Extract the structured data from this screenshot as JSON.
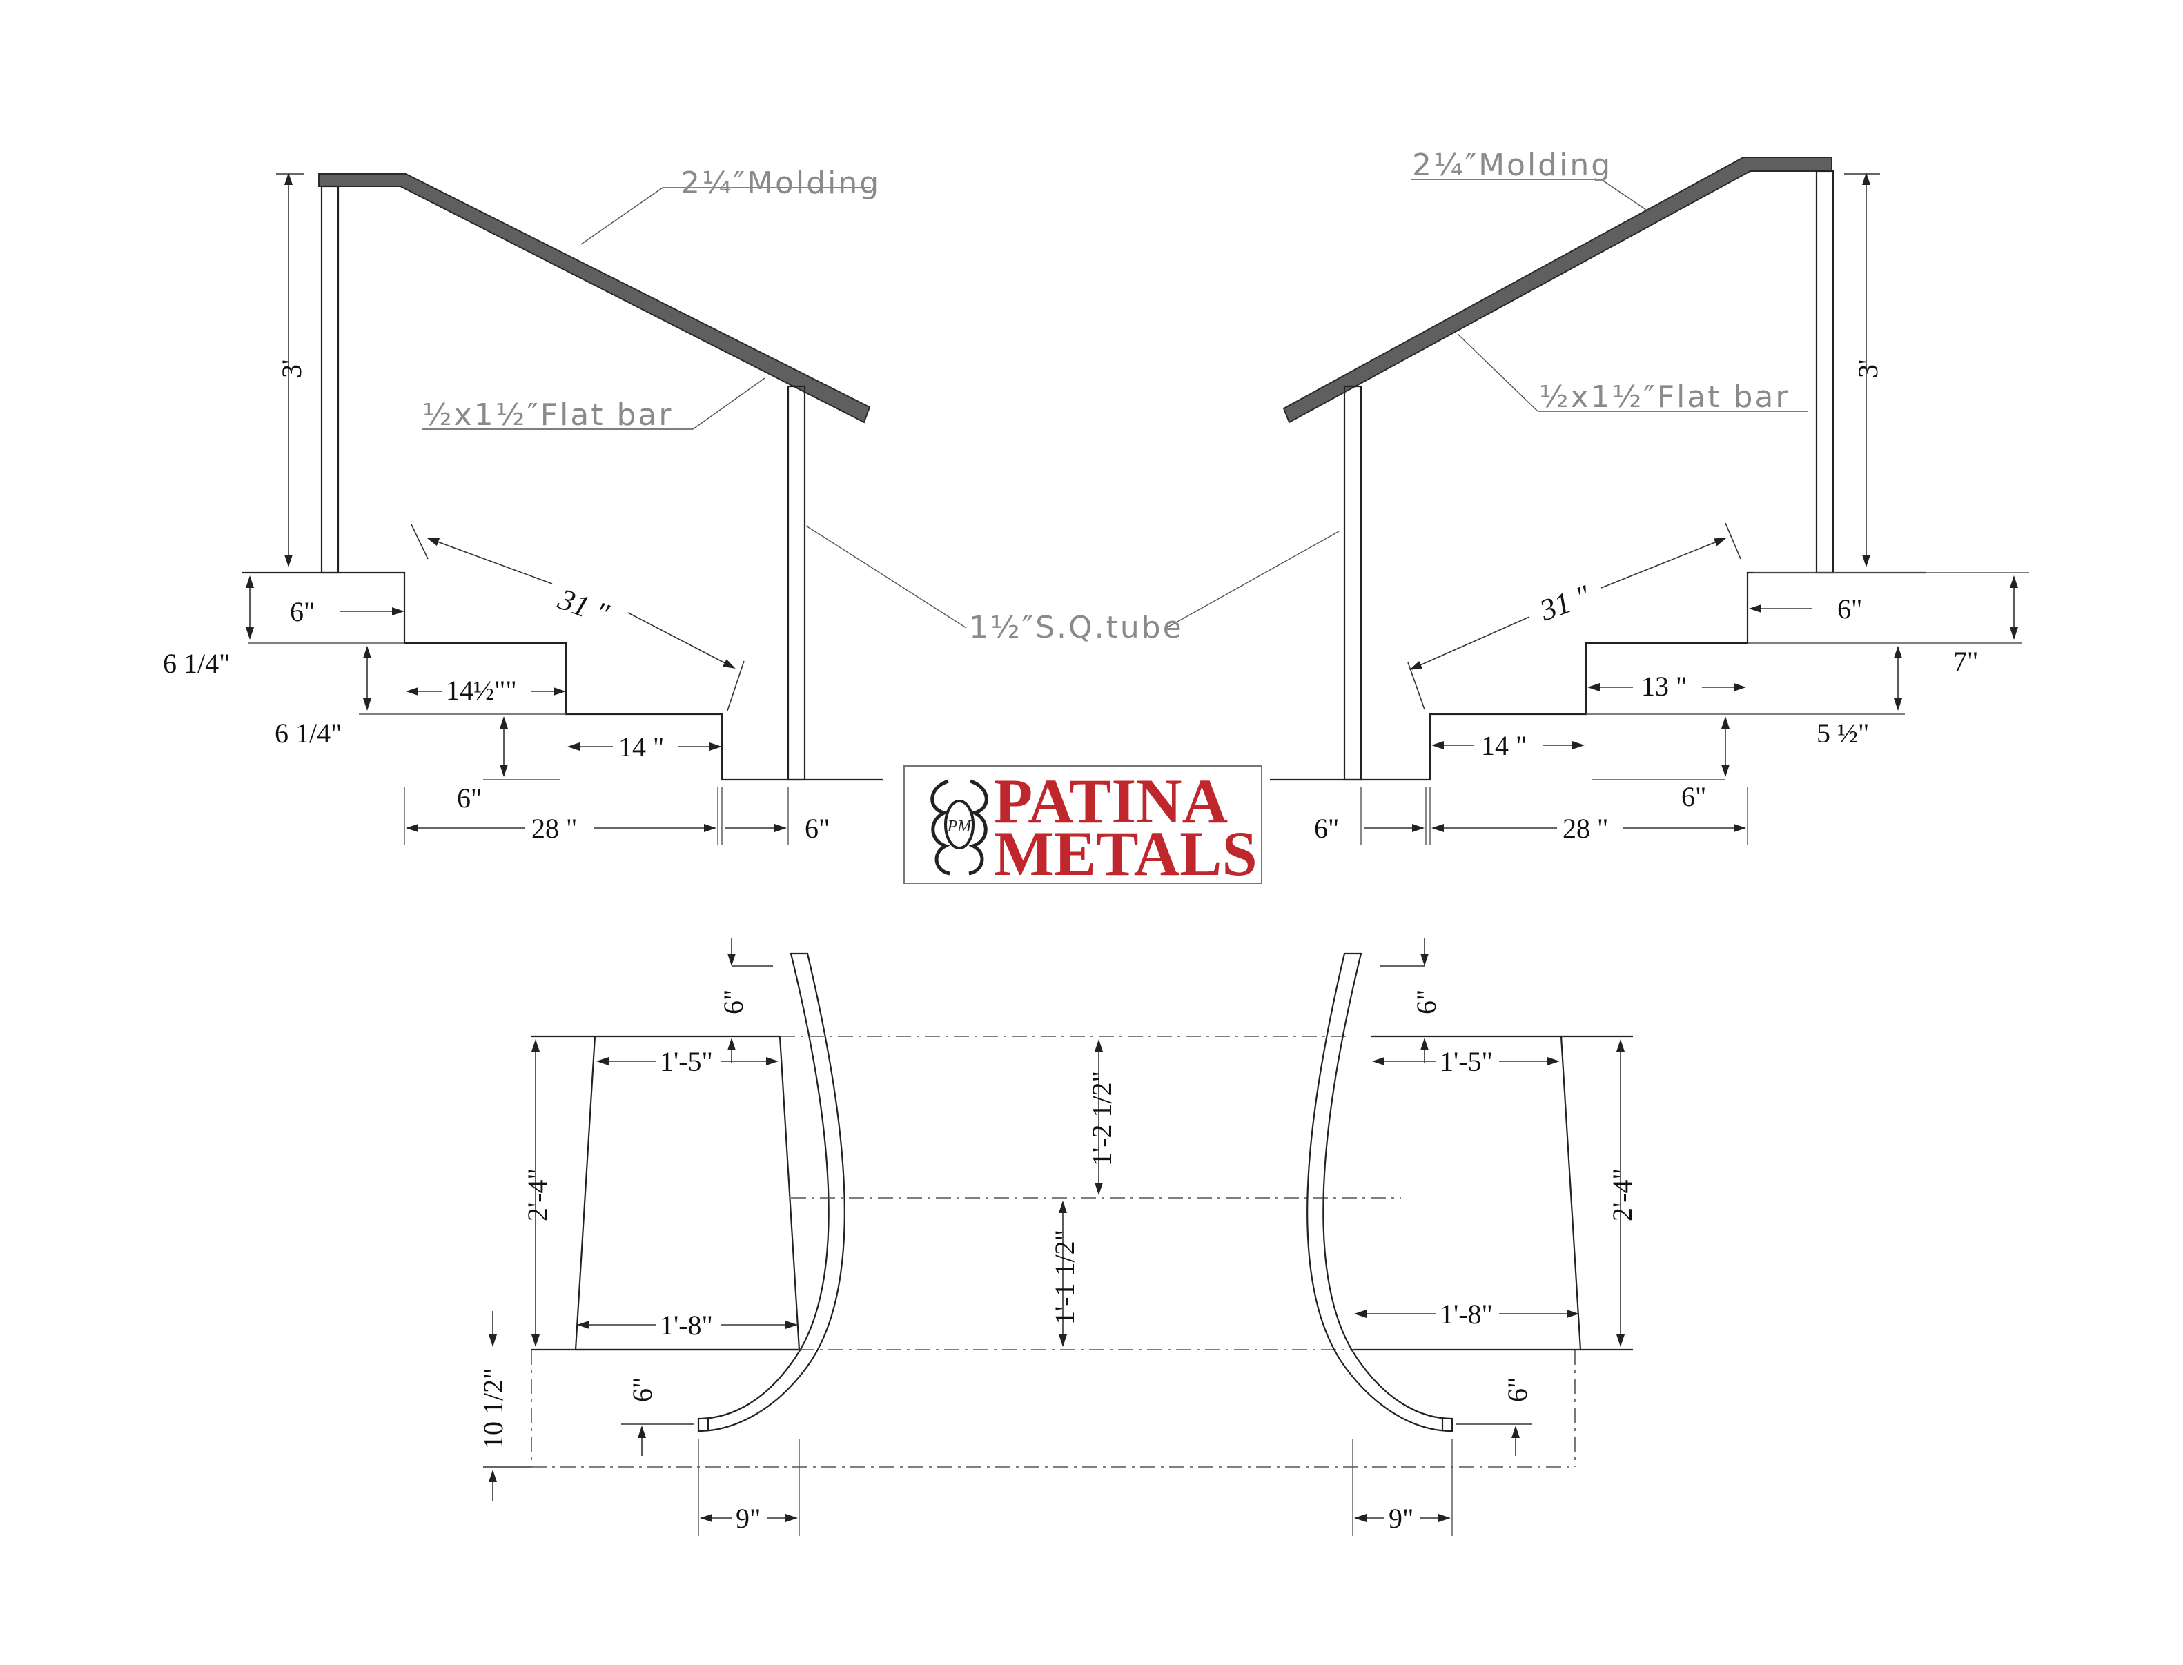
{
  "labels": {
    "molding_left": "2¼″Molding",
    "molding_right": "2¼″Molding",
    "flatbar_left": "½x1½″Flat bar",
    "flatbar_right": "½x1½″Flat bar",
    "tube": "1½″S.Q.tube"
  },
  "left_elevation": {
    "height": "3'",
    "rise_top": "6 1/4\"",
    "rise_mid": "6 1/4\"",
    "rise_bottom": "6\"",
    "tread_top": "6\"",
    "tread_mid": "14½\"\"",
    "tread_low": "14 \"",
    "diagonal": "31 \"",
    "total_run": "28 \"",
    "post_offset": "6\""
  },
  "right_elevation": {
    "height": "3'",
    "rise_top": "7\"",
    "rise_mid": "5 ½\"",
    "rise_bottom": "6\"",
    "tread_top": "6\"",
    "tread_mid": "13 \"",
    "tread_low": "14 \"",
    "diagonal": "31 \"",
    "total_run": "28 \"",
    "post_offset": "6\""
  },
  "plan_view": {
    "top_offset_left": "6\"",
    "top_offset_right": "6\"",
    "top_width_left": "1'-5\"",
    "top_width_right": "1'-5\"",
    "bottom_width_left": "1'-8\"",
    "bottom_width_right": "1'-8\"",
    "depth_left": "2'-4\"",
    "depth_right": "2'-4\"",
    "upper_split": "1'-2 1/2\"",
    "lower_split": "1'-1 1/2\"",
    "return_depth": "10 1/2\"",
    "return_offset_left": "6\"",
    "return_offset_right": "6\"",
    "return_width_left": "9\"",
    "return_width_right": "9\""
  },
  "logo": {
    "line1": "PATINA",
    "line2": "METALS",
    "monogram": "PM",
    "color": "#c0272d"
  }
}
